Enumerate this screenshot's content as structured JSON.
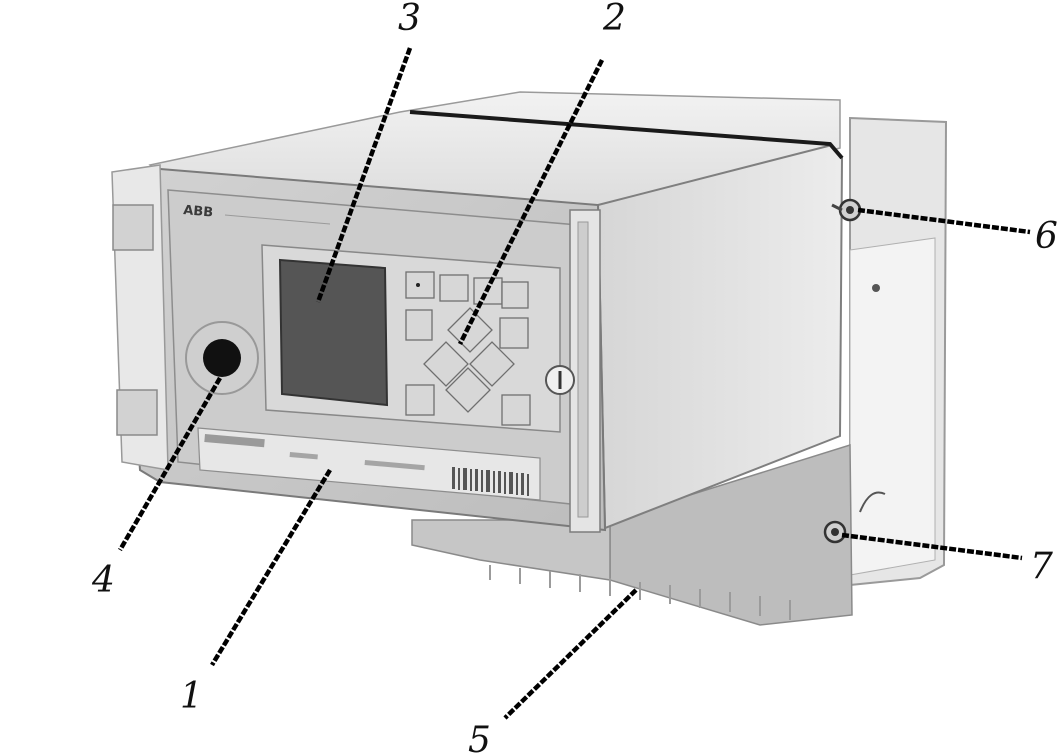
{
  "device": {
    "brand": "ABB"
  },
  "callouts": [
    {
      "label": "1"
    },
    {
      "label": "2"
    },
    {
      "label": "3"
    },
    {
      "label": "4"
    },
    {
      "label": "5"
    },
    {
      "label": "6"
    },
    {
      "label": "7"
    }
  ],
  "colors": {
    "housing_light": "#e4e4e4",
    "housing_mid": "#c9c9c9",
    "housing_dark": "#8e8e8e",
    "screen": "#555555",
    "panel": "#cfcfcf",
    "leader_line": "#000000"
  }
}
